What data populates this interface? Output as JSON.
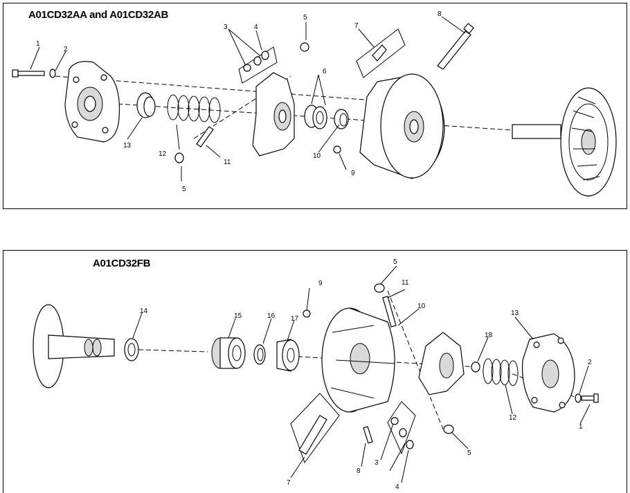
{
  "diagrams": [
    {
      "title": "A01CD32AA and A01CD32AB",
      "callouts": [
        "1",
        "2",
        "3",
        "4",
        "5",
        "7",
        "8",
        "6",
        "13",
        "12",
        "11",
        "5",
        "10",
        "9"
      ]
    },
    {
      "title": "A01CD32FB",
      "callouts": [
        "5",
        "11",
        "9",
        "10",
        "14",
        "15",
        "16",
        "17",
        "13",
        "18",
        "2",
        "12",
        "1",
        "5",
        "8",
        "3",
        "4",
        "7"
      ]
    }
  ]
}
